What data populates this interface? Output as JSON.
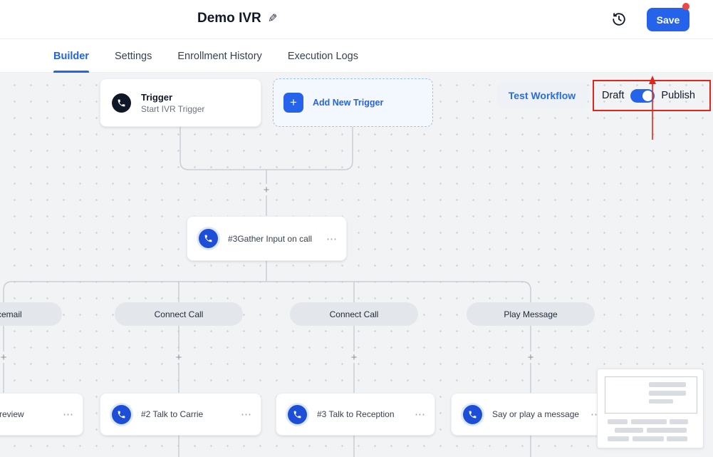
{
  "icons": {
    "edit": "✎",
    "more": "⋯",
    "plus": "+"
  },
  "header": {
    "title": "Demo IVR",
    "save_label": "Save"
  },
  "tabs": [
    {
      "label": "Builder"
    },
    {
      "label": "Settings"
    },
    {
      "label": "Enrollment History"
    },
    {
      "label": "Execution Logs"
    }
  ],
  "toolbar": {
    "test_workflow": "Test Workflow",
    "draft": "Draft",
    "publish": "Publish"
  },
  "canvas": {
    "trigger": {
      "title": "Trigger",
      "subtitle": "Start IVR Trigger"
    },
    "add_trigger": "Add New Trigger",
    "gather": {
      "title": "#3Gather Input on call"
    },
    "branches": [
      {
        "label": "Voicemail"
      },
      {
        "label": "Connect Call"
      },
      {
        "label": "Connect Call"
      },
      {
        "label": "Play Message"
      }
    ],
    "cards": [
      {
        "title": "a review"
      },
      {
        "title": "#2 Talk to Carrie"
      },
      {
        "title": "#3 Talk to Reception"
      },
      {
        "title": "Say or play a message"
      }
    ]
  },
  "colors": {
    "accent": "#2563eb",
    "annotation": "#e0261c",
    "canvas_bg": "#f2f3f5"
  }
}
